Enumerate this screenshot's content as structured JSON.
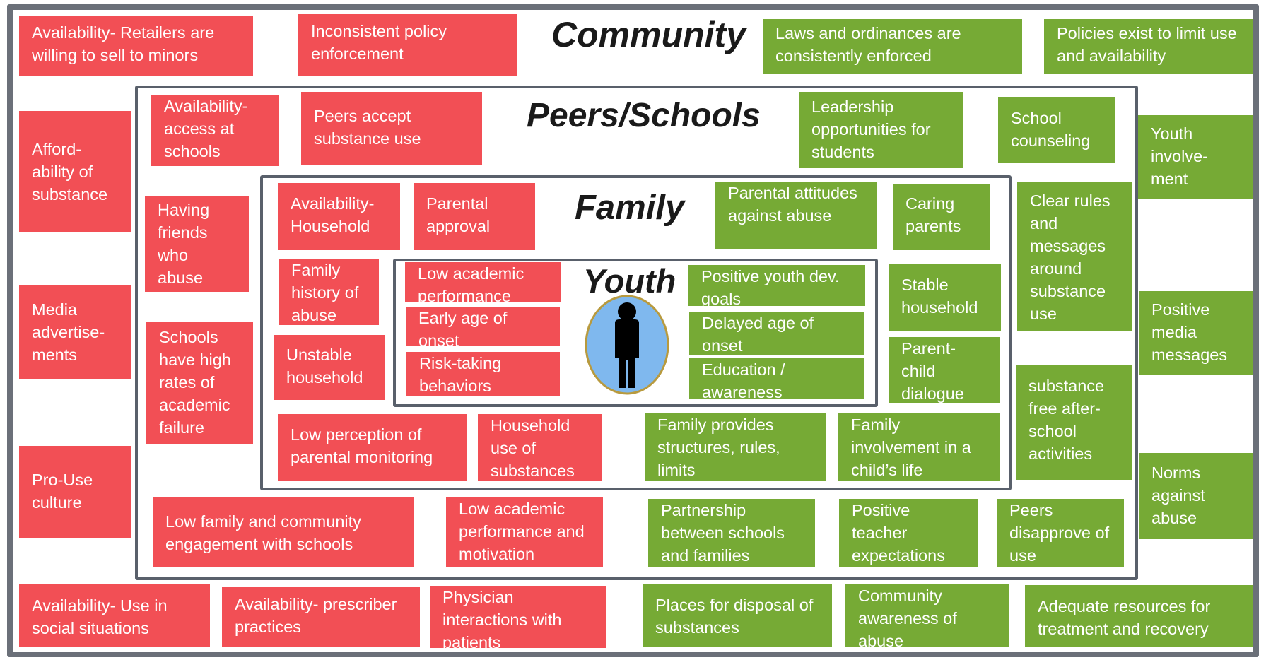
{
  "levels": {
    "community": "Community",
    "peers_schools": "Peers/Schools",
    "family": "Family",
    "youth": "Youth"
  },
  "colors": {
    "risk": "#f24f55",
    "protective": "#76aa35",
    "border": "#59606b",
    "icon_fill": "#7fb8ee"
  },
  "icon": "person-icon",
  "community": {
    "risk": [
      "Availability- Retailers are willing to sell to minors",
      "Inconsistent policy enforcement",
      "Afford-ability of substance",
      "Media advertise-ments",
      "Pro-Use culture",
      "Availability- Use in social situations",
      "Availability- prescriber practices",
      "Physician interactions with patients"
    ],
    "protective": [
      "Laws and ordinances are consistently enforced",
      "Policies exist to limit use and availability",
      "Youth involve-ment",
      "Positive media messages",
      "Norms against abuse",
      "Places for disposal of substances",
      "Community awareness of abuse",
      "Adequate resources for treatment and recovery"
    ]
  },
  "peers_schools": {
    "risk": [
      "Availability- access at schools",
      "Peers accept substance use",
      "Having friends who abuse",
      "Schools have high rates of academic failure",
      "Low family and community engagement with schools",
      "Low academic performance and motivation"
    ],
    "protective": [
      "Leadership opportunities for students",
      "School counseling",
      "Clear rules and messages around substance use",
      "substance free after-school activities",
      "Partnership between schools and families",
      "Positive teacher expectations",
      "Peers disapprove of use"
    ]
  },
  "family": {
    "risk": [
      "Availability- Household",
      "Parental approval",
      "Family history of abuse",
      "Unstable household",
      "Low perception of parental monitoring",
      "Household use of substances"
    ],
    "protective": [
      "Parental attitudes against abuse",
      "Caring parents",
      "Stable household",
      "Parent-child dialogue",
      "Family provides structures, rules, limits",
      "Family involvement in a child’s life"
    ]
  },
  "youth": {
    "risk": [
      "Low academic performance",
      "Early age of onset",
      "Risk-taking behaviors"
    ],
    "protective": [
      "Positive youth dev. goals",
      "Delayed  age of onset",
      "Education / awareness"
    ]
  }
}
